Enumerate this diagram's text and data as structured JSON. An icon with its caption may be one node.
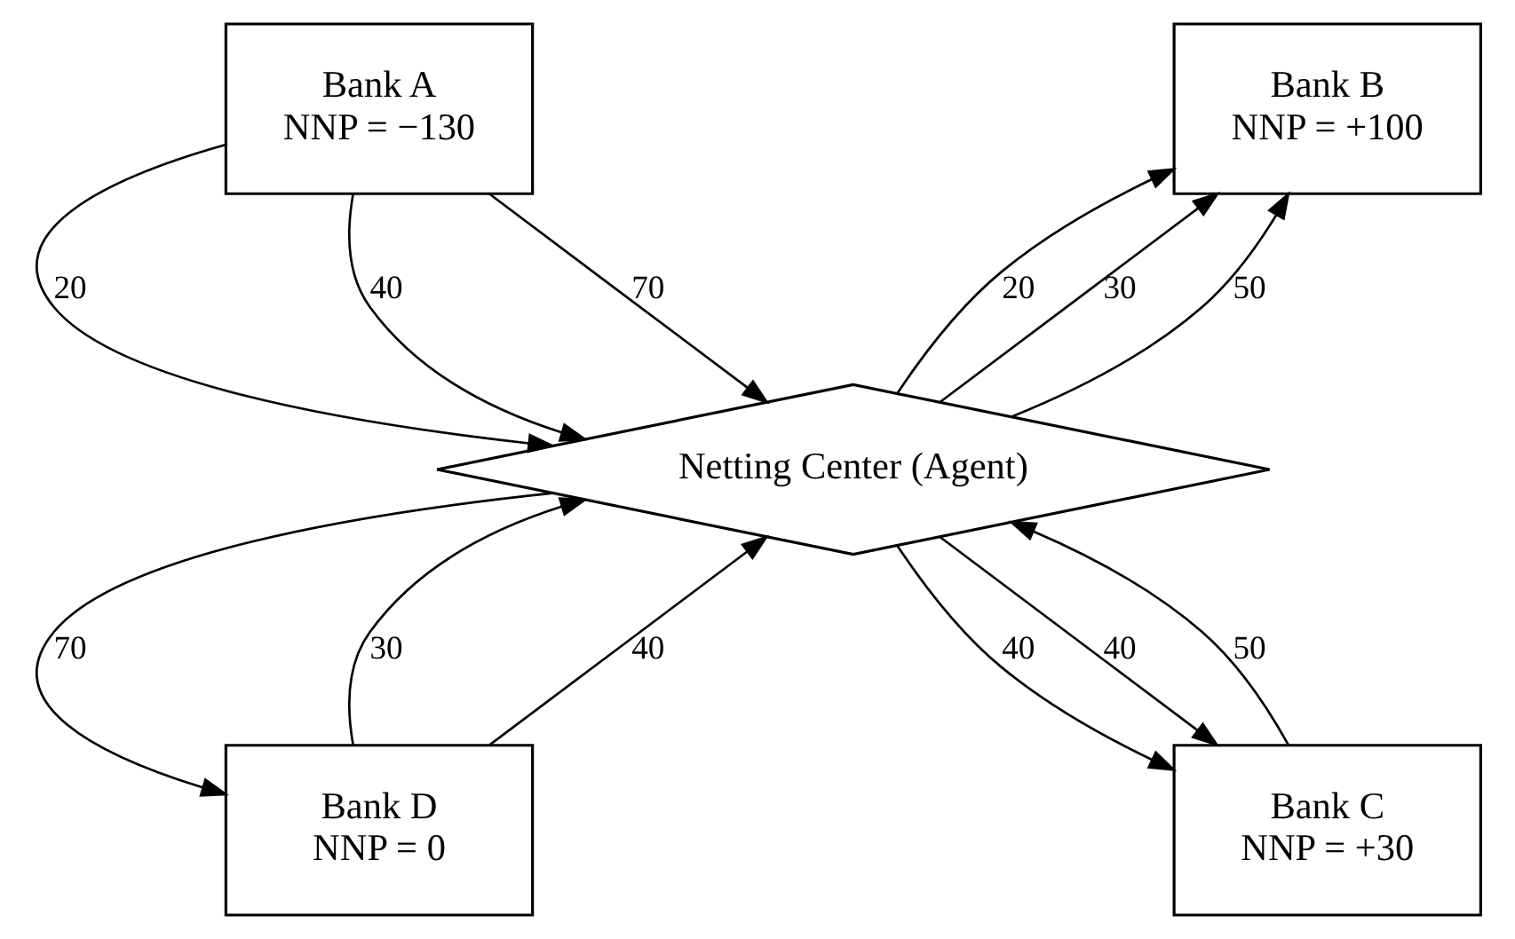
{
  "diagram": {
    "nodes": [
      {
        "text": [
          "Bank A",
          "NNP = −130"
        ]
      },
      {
        "text": [
          "Bank B",
          "NNP = +100"
        ]
      },
      {
        "text": [
          "Netting Center (Agent)"
        ]
      },
      {
        "text": [
          "Bank D",
          "NNP = 0"
        ]
      },
      {
        "text": [
          "Bank C",
          "NNP = +30"
        ]
      }
    ],
    "edges": [
      {
        "from": 0,
        "to": 2,
        "arrow": "to",
        "label": "20"
      },
      {
        "from": 0,
        "to": 2,
        "arrow": "to",
        "label": "40"
      },
      {
        "from": 0,
        "to": 2,
        "arrow": "to",
        "label": "70"
      },
      {
        "from": 2,
        "to": 1,
        "arrow": "to",
        "label": "20"
      },
      {
        "from": 2,
        "to": 1,
        "arrow": "to",
        "label": "30"
      },
      {
        "from": 2,
        "to": 1,
        "arrow": "to",
        "label": "50"
      },
      {
        "from": 2,
        "to": 3,
        "arrow": "to",
        "label": "70"
      },
      {
        "from": 3,
        "to": 2,
        "arrow": "to",
        "label": "30"
      },
      {
        "from": 3,
        "to": 2,
        "arrow": "to",
        "label": "40"
      },
      {
        "from": 2,
        "to": 4,
        "arrow": "to",
        "label": "40"
      },
      {
        "from": 2,
        "to": 4,
        "arrow": "to",
        "label": "40"
      },
      {
        "from": 4,
        "to": 2,
        "arrow": "to",
        "label": "50"
      }
    ]
  }
}
